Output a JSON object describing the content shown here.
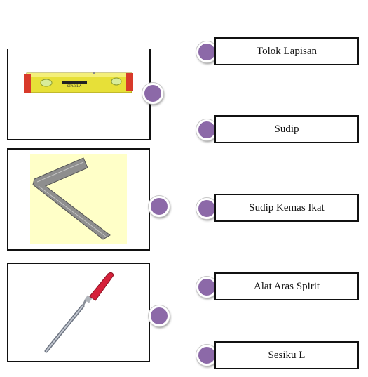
{
  "images": [
    {
      "name": "spirit-level-picture",
      "icon": "spirit-level",
      "brand_text": "STABILA"
    },
    {
      "name": "l-square-picture",
      "icon": "l-square"
    },
    {
      "name": "trowel-picture",
      "icon": "pointing-trowel"
    }
  ],
  "labels": [
    {
      "text": "Tolok Lapisan"
    },
    {
      "text": "Sudip"
    },
    {
      "text": "Sudip Kemas Ikat"
    },
    {
      "text": "Alat Aras Spirit"
    },
    {
      "text": "Sesiku L"
    }
  ],
  "colors": {
    "dot": "#8c69a8",
    "border": "#111111",
    "level_body": "#e7e038",
    "level_end": "#d83a2a",
    "square_background": "#ffffc8",
    "trowel_handle": "#d6213a"
  }
}
